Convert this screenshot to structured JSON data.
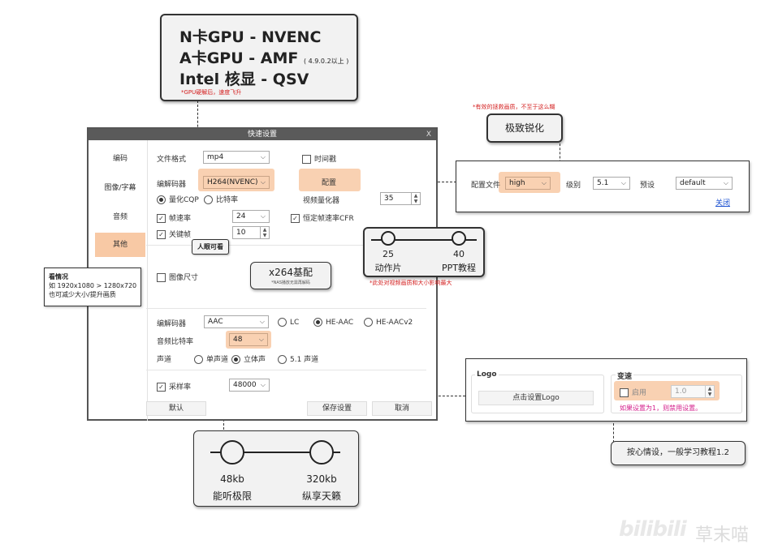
{
  "top_callout": {
    "line1": "N卡GPU - NVENC",
    "line2": "A卡GPU - AMF",
    "line2_note": "( 4.9.0.2以上 )",
    "line3": "Intel 核显 - QSV",
    "note": "*GPU硬解后，速度飞升"
  },
  "dialog": {
    "title": "快速设置",
    "close": "X",
    "tabs": [
      "编码",
      "图像/字幕",
      "音频",
      "其他"
    ],
    "file_format_label": "文件格式",
    "file_format_value": "mp4",
    "timestamp_label": "时间戳",
    "video_codec_label": "编解码器",
    "video_codec_value": "H264(NVENC)",
    "config_button": "配置",
    "cqp_label": "量化CQP",
    "bitrate_label": "比特率",
    "quantizer_label": "视频量化器",
    "quantizer_value": "35",
    "framerate_label": "帧速率",
    "framerate_value": "24",
    "cfr_label": "恒定帧速率CFR",
    "keyframe_label": "关键帧",
    "keyframe_value": "10",
    "image_size_label": "图像尺寸",
    "audio_codec_label": "编解码器",
    "audio_codec_value": "AAC",
    "lc_label": "LC",
    "he_aac_label": "HE-AAC",
    "he_aacv2_label": "HE-AACv2",
    "audio_bitrate_label": "音频比特率",
    "audio_bitrate_value": "48",
    "channel_label": "声道",
    "mono_label": "单声道",
    "stereo_label": "立体声",
    "surround_label": "5.1 声道",
    "samplerate_label": "采样率",
    "samplerate_value": "48000",
    "default_button": "默认",
    "save_button": "保存设置",
    "cancel_button": "取消"
  },
  "human_eye_note": "人眼可看",
  "x264_callout": {
    "title": "x264基配",
    "sub": "*NAS播放无需再解码"
  },
  "left_callout": {
    "line1": "看情况",
    "line2": "如 1920x1080 > 1280x720",
    "line3": "也可减少大小/提升画质"
  },
  "sharpen": {
    "note": "*有效的拯救画质，不至于这么糊",
    "title": "极致锐化"
  },
  "config_panel": {
    "profile_label": "配置文件",
    "profile_value": "high",
    "level_label": "级别",
    "level_value": "5.1",
    "preset_label": "预设",
    "preset_value": "default",
    "close_link": "关闭"
  },
  "quant_slider": {
    "min_value": "25",
    "min_label": "动作片",
    "max_value": "40",
    "max_label": "PPT教程",
    "note": "*此处对视频画质和大小影响最大"
  },
  "logo_panel": {
    "logo_title": "Logo",
    "logo_button": "点击设置Logo",
    "speed_title": "变速",
    "enable_label": "启用",
    "speed_value": "1.0",
    "speed_note": "如果设置为1，则禁用设置。"
  },
  "speed_callout": "按心情设，一般学习教程1.2",
  "audio_slider": {
    "min_value": "48kb",
    "min_label": "能听极限",
    "max_value": "320kb",
    "max_label": "纵享天籁"
  },
  "watermark": {
    "site": "bilibili",
    "author": "草末喵"
  }
}
